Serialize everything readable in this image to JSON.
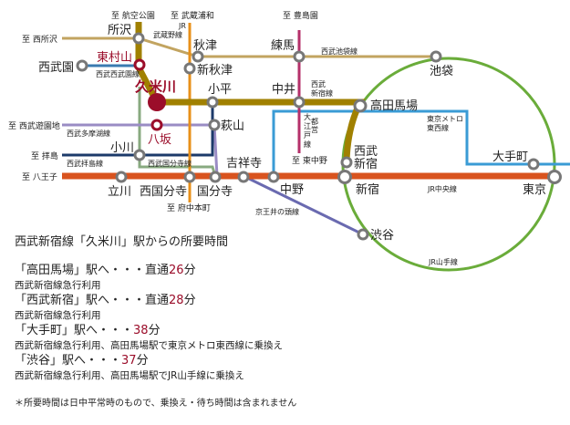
{
  "colors": {
    "chuo": "#d9531e",
    "musashino": "#e8901a",
    "seibu_shinjuku": "#a08000",
    "seibu_ikebukuro": "#c2a460",
    "yamanote": "#6aac3a",
    "tozai": "#3a9bd5",
    "oedo": "#b5306a",
    "keio": "#6a6ab0",
    "tamako": "#9a8cc4",
    "haijima": "#1c3a6a",
    "kokubunji": "#88aa80",
    "seibuen": "#3a7ab0",
    "accent": "#9b0d2a"
  },
  "directions": {
    "kokuko": "至 航空公園",
    "musashiurawa": "至 武蔵浦和",
    "toshimaen": "至 豊島園",
    "nishitokorozawa": "至 西所沢",
    "seibuyuenchi": "至 西武遊園地",
    "haijima": "至 拝島",
    "hachioji": "至 八王子",
    "fuchuhonmachi": "至 府中本町",
    "higashinakano": "至 東中野"
  },
  "lines": {
    "musashino": "JR\n武蔵野線",
    "musashino_1": "JR",
    "musashino_2": "武蔵野線",
    "ikebukuro": "西武池袋線",
    "shinjuku_1": "西武",
    "shinjuku_2": "新宿線",
    "seibuen": "西武西武園線",
    "tamako": "西武多摩湖線",
    "haijima": "西武拝島線",
    "kokubunji": "西武国分寺線",
    "oedo": "都営大江戸線",
    "oedo_chars": [
      "都",
      "営",
      "大",
      "江",
      "戸",
      "線"
    ],
    "tozai_1": "東京メトロ",
    "tozai_2": "東西線",
    "chuo": "JR中央線",
    "yamanote": "JR山手線",
    "keio": "京王井の頭線"
  },
  "stations": {
    "tokorozawa": "所沢",
    "higashimurayama": "東村山",
    "seibuen": "西武園",
    "kumegawa": "久米川",
    "akitsu": "秋津",
    "shinakitsu": "新秋津",
    "nerima": "練馬",
    "ikebukuro": "池袋",
    "kodaira": "小平",
    "nakai": "中井",
    "takadanobaba": "高田馬場",
    "hagiyama": "萩山",
    "yasaka": "八坂",
    "ogawa": "小川",
    "seibushinjuku_1": "西武",
    "seibushinjuku_2": "新宿",
    "otemachi": "大手町",
    "tachikawa": "立川",
    "nishikokubunji": "西国分寺",
    "kokubunji": "国分寺",
    "kichijoji": "吉祥寺",
    "nakano": "中野",
    "shinjuku": "新宿",
    "tokyo": "東京",
    "shibuya": "渋谷"
  },
  "info": {
    "heading": "西武新宿線「久米川」駅からの所要時間",
    "routes": [
      {
        "pre": "「高田馬場」駅へ・・・直通",
        "minutes": "26",
        "unit": "分",
        "note": "西武新宿線急行利用"
      },
      {
        "pre": "「西武新宿」駅へ・・・直通",
        "minutes": "28",
        "unit": "分",
        "note": "西武新宿線急行利用"
      },
      {
        "pre": "「大手町」駅へ・・・",
        "minutes": "38",
        "unit": "分",
        "note": "西武新宿線急行利用、高田馬場駅で東京メトロ東西線に乗換え"
      },
      {
        "pre": "「渋谷」駅へ・・・",
        "minutes": "37",
        "unit": "分",
        "note": "西武新宿線急行利用、高田馬場駅でJR山手線に乗換え"
      }
    ],
    "footnote": "＊所要時間は日中平常時のもので、乗換え・待ち時間は含まれません"
  }
}
